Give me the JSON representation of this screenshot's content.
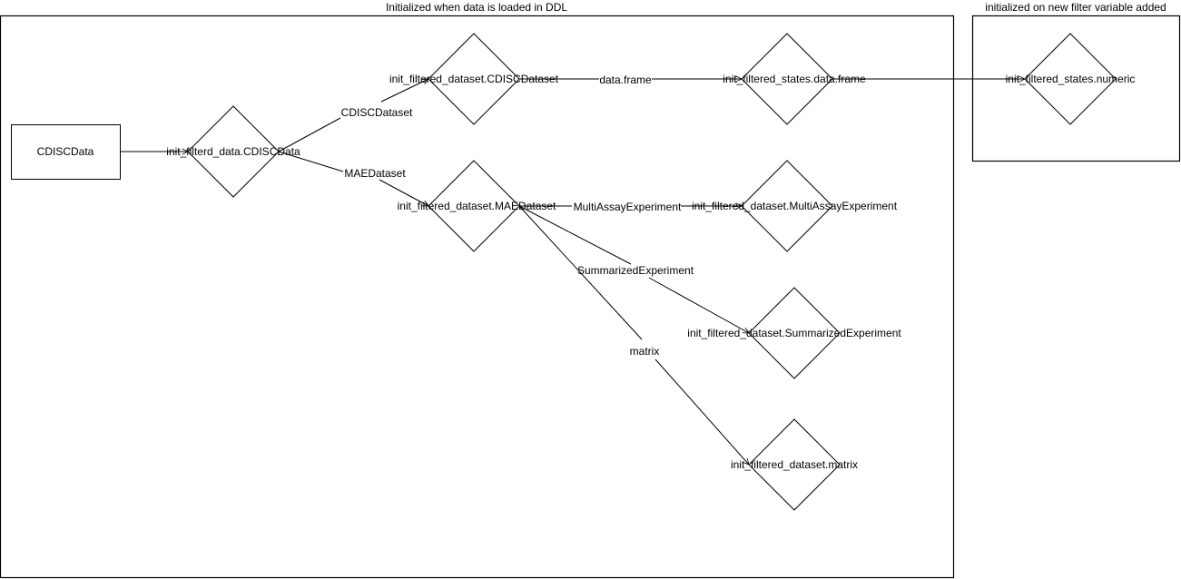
{
  "diagram": {
    "groups": [
      {
        "id": "ddl-group",
        "title": "Initialized when data is loaded in DDL"
      },
      {
        "id": "filter-group",
        "title": "initialized on new filter variable added"
      }
    ],
    "nodes": [
      {
        "id": "cdiscdata",
        "label": "CDISCData",
        "shape": "rectangle"
      },
      {
        "id": "init-filterd-data",
        "label": "init_filterd_data.CDISCData",
        "shape": "diamond"
      },
      {
        "id": "init-filtered-dataset-cdisc",
        "label": "init_filtered_dataset.CDISCDataset",
        "shape": "diamond"
      },
      {
        "id": "init-filtered-states-df",
        "label": "init_filtered_states.data.frame",
        "shape": "diamond"
      },
      {
        "id": "init-filtered-states-numeric",
        "label": "init_filtered_states.numeric",
        "shape": "diamond"
      },
      {
        "id": "init-filtered-dataset-mae",
        "label": "init_filtered_dataset.MAEDataset",
        "shape": "diamond"
      },
      {
        "id": "init-filtered-dataset-mae-exp",
        "label": "init_filtered_dataset.MultiAssayExperiment",
        "shape": "diamond"
      },
      {
        "id": "init-filtered-dataset-se",
        "label": "init_filtered_dataset.SummarizedExperiment",
        "shape": "diamond"
      },
      {
        "id": "init-filtered-dataset-matrix",
        "label": "init_filtered_dataset.matrix",
        "shape": "diamond"
      }
    ],
    "edges": [
      {
        "from": "cdiscdata",
        "to": "init-filterd-data",
        "label": ""
      },
      {
        "from": "init-filterd-data",
        "to": "init-filtered-dataset-cdisc",
        "label": "CDISCDataset"
      },
      {
        "from": "init-filterd-data",
        "to": "init-filtered-dataset-mae",
        "label": "MAEDataset"
      },
      {
        "from": "init-filtered-dataset-cdisc",
        "to": "init-filtered-states-df",
        "label": "data.frame"
      },
      {
        "from": "init-filtered-states-df",
        "to": "init-filtered-states-numeric",
        "label": ""
      },
      {
        "from": "init-filtered-dataset-mae",
        "to": "init-filtered-dataset-mae-exp",
        "label": "MultiAssayExperiment"
      },
      {
        "from": "init-filtered-dataset-mae",
        "to": "init-filtered-dataset-se",
        "label": "SummarizedExperiment"
      },
      {
        "from": "init-filtered-dataset-mae",
        "to": "init-filtered-dataset-matrix",
        "label": "matrix"
      }
    ]
  }
}
